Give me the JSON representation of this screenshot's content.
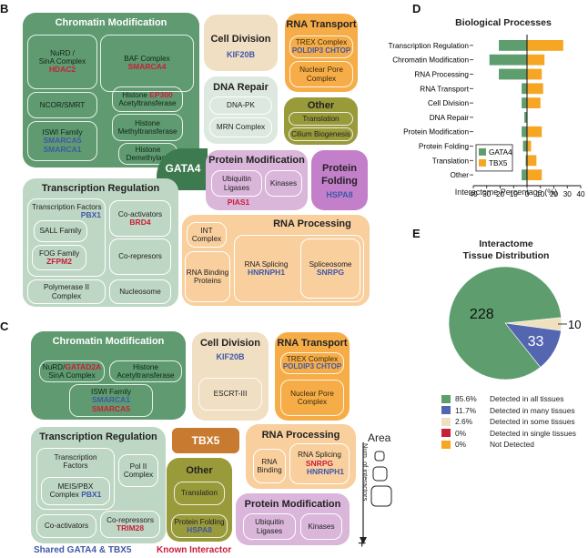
{
  "panel_b": {
    "letter": "B",
    "chromatin": {
      "title": "Chromatin Modification",
      "nurd_line1": "NuRD /",
      "nurd_line2": "SinA Complex",
      "nurd_gene": "HDAC2",
      "baf_label": "BAF Complex",
      "baf_gene": "SMARCA4",
      "ncor": "NCOR/SMRT",
      "histone_acetyl_gene": "EP300",
      "histone_acetyl_line1": "Histone",
      "histone_acetyl_line2": "Acetyltransferase",
      "iswi_label": "ISWI Family",
      "iswi_gene1": "SMARCA5",
      "iswi_gene2": "SMARCA1",
      "histone_methyl_line1": "Histone",
      "histone_methyl_line2": "Methyltransferase",
      "histone_demethyl_line1": "Histone",
      "histone_demethyl_line2": "Demethylase"
    },
    "cell_division": {
      "title": "Cell Division",
      "gene": "KIF20B"
    },
    "rna_transport": {
      "title": "RNA Transport",
      "trex": "TREX Complex",
      "trex_genes": "POLDIP3 CHTOP",
      "npc_line1": "Nuclear Pore",
      "npc_line2": "Complex"
    },
    "dna_repair": {
      "title": "DNA Repair",
      "item1": "DNA-PK",
      "item2": "MRN Complex"
    },
    "other": {
      "title": "Other",
      "item1": "Translation",
      "item2": "Cilium Biogenesis"
    },
    "gata4": "GATA4",
    "protein_modification": {
      "title": "Protein Modification",
      "ubiq_line1": "Ubiquitin",
      "ubiq_line2": "Ligases",
      "kinases": "Kinases",
      "gene": "PIAS1"
    },
    "protein_folding": {
      "title_line1": "Protein",
      "title_line2": "Folding",
      "gene": "HSPA8"
    },
    "transcription": {
      "title": "Transcription Regulation",
      "tf": "Transcription Factors",
      "tf_gene": "PBX1",
      "sall": "SALL Family",
      "fog": "FOG Family",
      "fog_gene": "ZFPM2",
      "coact": "Co-activators",
      "coact_gene": "BRD4",
      "corep": "Co-represors",
      "pol_line1": "Polymerase II",
      "pol_line2": "Complex",
      "nucleosome": "Nucleosome"
    },
    "rna_processing": {
      "title": "RNA Processing",
      "int_line1": "INT",
      "int_line2": "Complex",
      "rbp_line1": "RNA Binding",
      "rbp_line2": "Proteins",
      "splicing": "RNA Splicing",
      "splicing_gene": "HNRNPH1",
      "spliceosome": "Spliceosome",
      "spliceosome_gene": "SNRPG"
    }
  },
  "panel_c": {
    "letter": "C",
    "chromatin": {
      "title": "Chromatin Modification",
      "nurd_a": "NuRD/",
      "nurd_gene": "GATAD2A",
      "nurd_b": "SinA Complex",
      "histone_line1": "Histone",
      "histone_line2": "Acetyltransferase",
      "iswi": "ISWI Family",
      "iswi_gene1": "SMARCA1",
      "iswi_gene2": "SMARCA5"
    },
    "cell_division": {
      "title": "Cell Division",
      "gene": "KIF20B",
      "escrt": "ESCRT-III"
    },
    "rna_transport": {
      "title": "RNA Transport",
      "trex": "TREX Complex",
      "trex_genes": "POLDIP3 CHTOP",
      "npc_line1": "Nuclear Pore",
      "npc_line2": "Complex"
    },
    "tbx5": "TBX5",
    "transcription": {
      "title": "Transcription Regulation",
      "tf_line1": "Transcription",
      "tf_line2": "Factors",
      "pol_line1": "Pol II",
      "pol_line2": "Complex",
      "meis_line1": "MEIS/PBX",
      "meis_line2": "Complex",
      "meis_gene": "PBX1",
      "coact": "Co-activators",
      "corep": "Co-repressors",
      "corep_gene": "TRIM28"
    },
    "other": {
      "title": "Other",
      "item1": "Translation",
      "item2": "Protein Folding",
      "gene": "HSPA8"
    },
    "rna_processing": {
      "title": "RNA Processing",
      "binding_line1": "RNA",
      "binding_line2": "Binding",
      "splicing": "RNA Splicing",
      "gene1": "SNRPG",
      "gene2": "HNRNPH1"
    },
    "protein_modification": {
      "title": "Protein Modification",
      "ubiq_line1": "Ubiquitin",
      "ubiq_line2": "Ligases",
      "kinases": "Kinases"
    },
    "area_label": "Area",
    "num_label": "Num. of interactors",
    "plus": "+",
    "legend_shared": "Shared GATA4 & TBX5",
    "legend_known": "Known Interactor"
  },
  "chart_data": [
    {
      "panel": "D",
      "type": "bar",
      "title": "Biological Processes",
      "xlabel": "Interactome Percentage (%)",
      "xlim": [
        -40,
        40
      ],
      "xticks": [
        "40",
        "30",
        "20",
        "10",
        "0",
        "10",
        "20",
        "30",
        "40"
      ],
      "categories": [
        "Transcription Regulation",
        "Chromatin Modification",
        "RNA Processing",
        "RNA Transport",
        "Cell Division",
        "DNA Repair",
        "Protein Modification",
        "Protein Folding",
        "Translation",
        "Other"
      ],
      "series": [
        {
          "name": "GATA4",
          "color": "#5e9e6e",
          "values": [
            21,
            28,
            21,
            4,
            4,
            2,
            4,
            3,
            1,
            4
          ]
        },
        {
          "name": "TBX5",
          "color": "#f6a623",
          "values": [
            27,
            13,
            11,
            12,
            10,
            0,
            11,
            3,
            7,
            11
          ]
        }
      ],
      "legend": "bottom-left",
      "grid": false
    },
    {
      "panel": "E",
      "type": "pie",
      "title": "Interactome Tissue Distribution",
      "title_line1": "Interactome",
      "title_line2": "Tissue Distribution",
      "slices": [
        {
          "label": "Detected in all tissues",
          "percent": "85.6%",
          "count": "228",
          "value": 228,
          "color": "#5e9e6e"
        },
        {
          "label": "Detected in many tissues",
          "percent": "11.7%",
          "count": "33",
          "value": 33,
          "color": "#5566b0"
        },
        {
          "label": "Detected in some tissues",
          "percent": "2.6%",
          "count": "10",
          "value": 10,
          "color": "#efe0c0"
        },
        {
          "label": "Detected in single tissues",
          "percent": "0%",
          "count": "",
          "value": 0,
          "color": "#c8203a"
        },
        {
          "label": "Not Detected",
          "percent": "0%",
          "count": "",
          "value": 0,
          "color": "#f6a623"
        }
      ]
    }
  ]
}
